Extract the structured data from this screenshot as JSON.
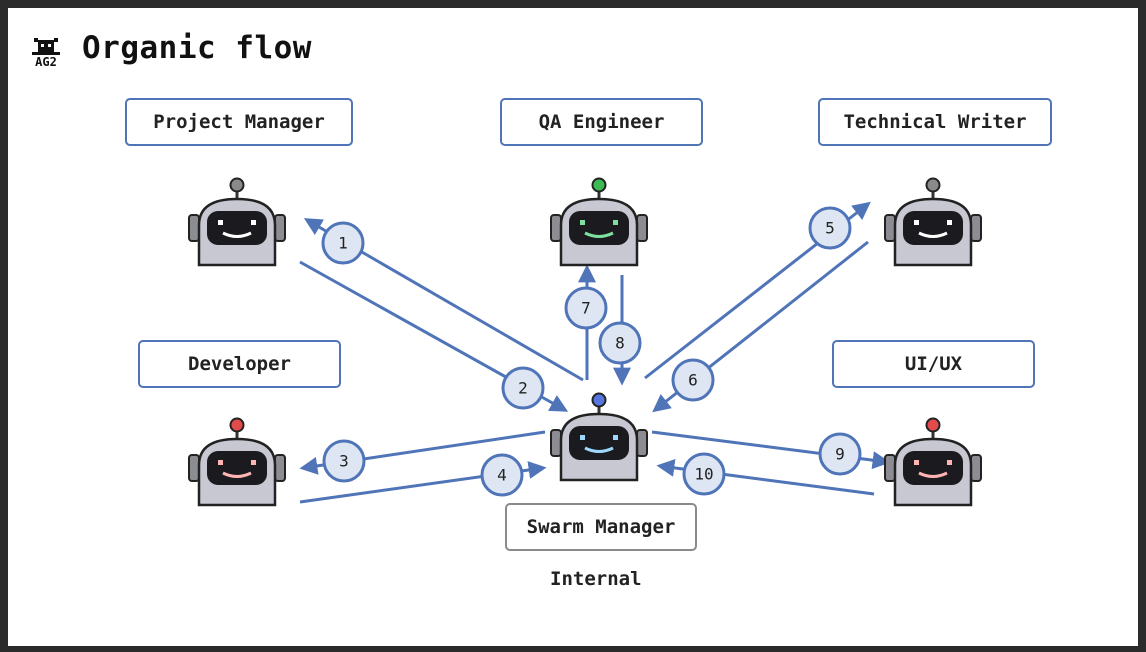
{
  "slide": {
    "title": "Organic flow",
    "logo_text": "AG2"
  },
  "agents": {
    "project_manager": "Project Manager",
    "qa_engineer": "QA Engineer",
    "technical_writer": "Technical Writer",
    "developer": "Developer",
    "ui_ux": "UI/UX",
    "swarm_manager": "Swarm Manager"
  },
  "internal_label": "Internal",
  "robot_antenna_colors": {
    "project_manager": "#8a8a8a",
    "qa_engineer": "#3cba54",
    "technical_writer": "#8a8a8a",
    "developer": "#e24b4b",
    "ui_ux": "#e24b4b",
    "swarm_manager": "#5577dd"
  },
  "robot_face_colors": {
    "project_manager": "#ffffff",
    "qa_engineer": "#7ee0a0",
    "technical_writer": "#ffffff",
    "developer": "#ffb3b3",
    "ui_ux": "#ffb3b3",
    "swarm_manager": "#9fd8ff"
  },
  "flow_steps": [
    "1",
    "2",
    "3",
    "4",
    "5",
    "6",
    "7",
    "8",
    "9",
    "10"
  ],
  "colors": {
    "arrow": "#4f74b8",
    "badge_fill": "#dfe6f3",
    "badge_stroke": "#4f74b8"
  }
}
